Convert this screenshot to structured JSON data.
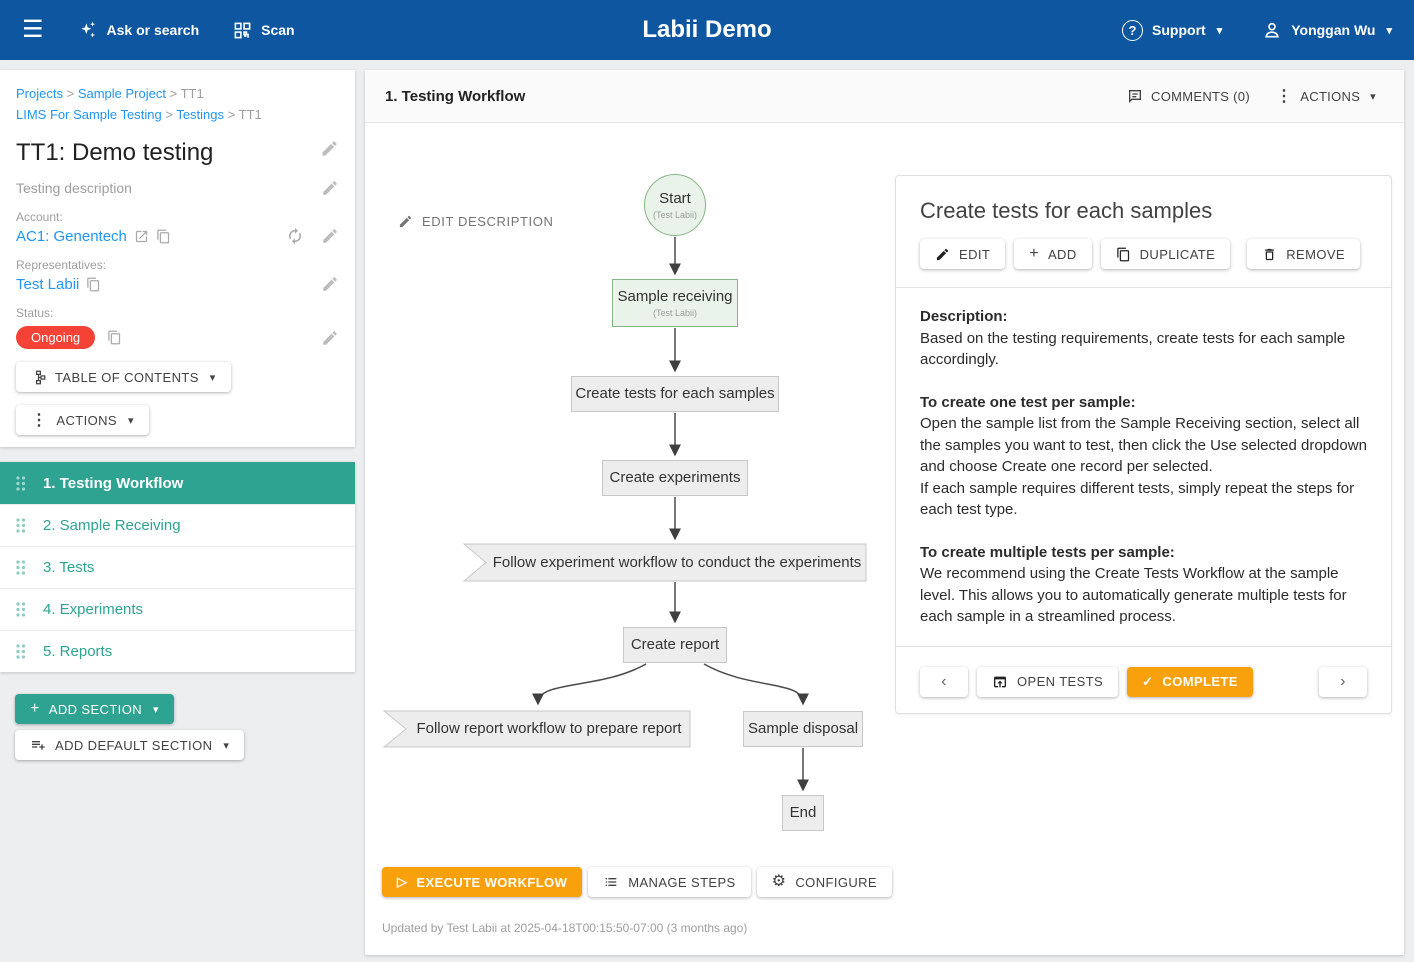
{
  "nav": {
    "title": "Labii Demo",
    "ask_or_search": "Ask or search",
    "scan": "Scan",
    "support": "Support",
    "user": "Yonggan Wu",
    "help_glyph": "?"
  },
  "icons": {
    "hamburger": "☰",
    "caret_down": "▾",
    "dots_vertical": "⋮",
    "plus": "+",
    "check": "✓",
    "play": "▷",
    "gear": "⚙",
    "chevron_left": "‹",
    "chevron_right": "›"
  },
  "breadcrumbs": {
    "separator": ">",
    "row1": [
      {
        "label": "Projects"
      },
      {
        "label": "Sample Project"
      },
      {
        "label": "TT1"
      }
    ],
    "row2": [
      {
        "label": "LIMS For Sample Testing"
      },
      {
        "label": "Testings"
      },
      {
        "label": "TT1"
      }
    ]
  },
  "record": {
    "title": "TT1: Demo testing",
    "description_placeholder": "Testing description",
    "account_label": "Account:",
    "account_value": "AC1: Genentech",
    "representatives_label": "Representatives:",
    "representatives_value": "Test Labii",
    "status_label": "Status:",
    "status_value": "Ongoing",
    "toc_button": "TABLE OF CONTENTS",
    "actions_button": "ACTIONS"
  },
  "sections": {
    "items": [
      {
        "label": "1. Testing Workflow",
        "active": true
      },
      {
        "label": "2. Sample Receiving",
        "active": false
      },
      {
        "label": "3. Tests",
        "active": false
      },
      {
        "label": "4. Experiments",
        "active": false
      },
      {
        "label": "5. Reports",
        "active": false
      }
    ],
    "add_section": "ADD SECTION",
    "add_default_section": "ADD DEFAULT SECTION"
  },
  "main": {
    "section_title": "1. Testing Workflow",
    "comments_button": "COMMENTS (0)",
    "actions_button": "ACTIONS",
    "edit_description": "EDIT DESCRIPTION",
    "execute_button": "EXECUTE WORKFLOW",
    "manage_steps_button": "MANAGE STEPS",
    "configure_button": "CONFIGURE",
    "updated_text": "Updated by Test Labii at 2025-04-18T00:15:50-07:00 (3 months ago)"
  },
  "workflow": {
    "type": "flowchart",
    "nodes": [
      {
        "id": "start",
        "label": "Start",
        "sub": "(Test Labii)",
        "shape": "circle-green"
      },
      {
        "id": "sample-receiving",
        "label": "Sample receiving",
        "sub": "(Test Labii)",
        "shape": "rect-green"
      },
      {
        "id": "create-tests",
        "label": "Create tests for each samples",
        "shape": "rect"
      },
      {
        "id": "create-experiments",
        "label": "Create experiments",
        "shape": "rect"
      },
      {
        "id": "follow-experiment-workflow",
        "label": "Follow experiment workflow to conduct the experiments",
        "shape": "flag"
      },
      {
        "id": "create-report",
        "label": "Create report",
        "shape": "rect"
      },
      {
        "id": "follow-report-workflow",
        "label": "Follow report workflow to prepare report",
        "shape": "flag"
      },
      {
        "id": "sample-disposal",
        "label": "Sample disposal",
        "shape": "rect"
      },
      {
        "id": "end",
        "label": "End",
        "shape": "rect"
      }
    ],
    "edges": [
      "start -> sample-receiving",
      "sample-receiving -> create-tests",
      "create-tests -> create-experiments",
      "create-experiments -> follow-experiment-workflow",
      "follow-experiment-workflow -> create-report",
      "create-report -> follow-report-workflow",
      "create-report -> sample-disposal",
      "sample-disposal -> end"
    ]
  },
  "panel": {
    "title": "Create tests for each samples",
    "edit_button": "EDIT",
    "add_button": "ADD",
    "duplicate_button": "DUPLICATE",
    "remove_button": "REMOVE",
    "description_heading": "Description:",
    "p1": "Based on the testing requirements, create tests for each sample accordingly.",
    "h_one": "To create one test per sample:",
    "p_one_a": "Open the sample list from the Sample Receiving section, select all the samples you want to test, then click the Use selected dropdown and choose Create one record per selected.",
    "p_one_b": "If each sample requires different tests, simply repeat the steps for each test type.",
    "h_multi": "To create multiple tests per sample:",
    "p_multi": "We recommend using the Create Tests Workflow at the sample level. This allows you to automatically generate multiple tests for each sample in a streamlined process.",
    "open_tests_button": "OPEN TESTS",
    "complete_button": "COMPLETE"
  },
  "colors": {
    "nav_blue": "#0E57A0",
    "teal": "#2EA392",
    "orange": "#F9A00D",
    "status_red": "#F44336",
    "link_blue": "#2196F3",
    "node_green_fill": "#E9F3E9",
    "node_green_border": "#84B584",
    "node_gray_fill": "#EDEDED",
    "node_gray_border": "#C8C8C8"
  }
}
